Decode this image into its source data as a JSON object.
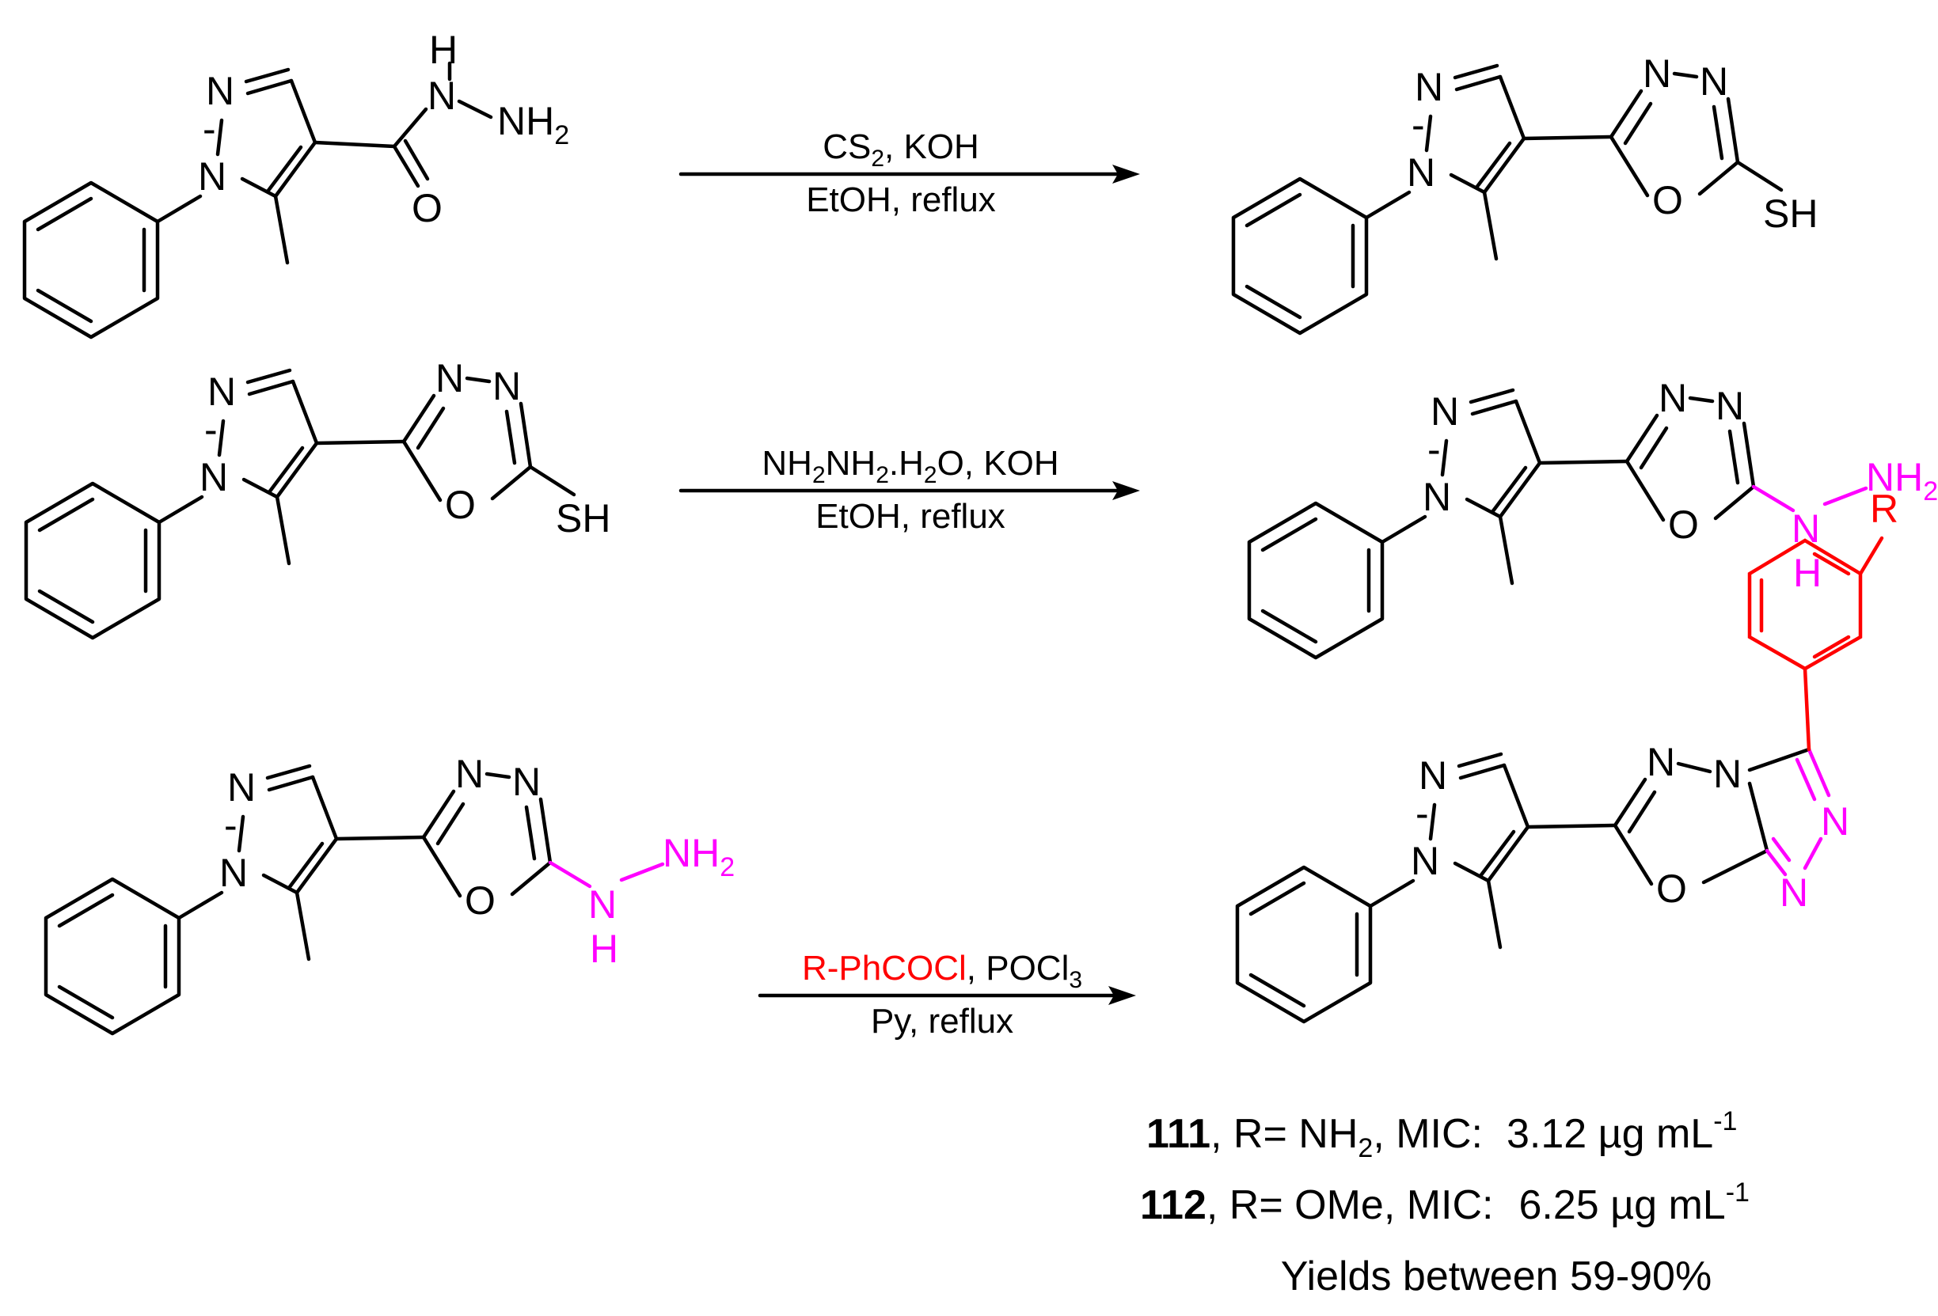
{
  "atoms": {
    "N": "N",
    "O": "O",
    "H": "H",
    "NH": "NH",
    "SH": "SH",
    "R": "R",
    "sub2": "2"
  },
  "reactions": [
    {
      "reagent_line1_part1": "CS",
      "reagent_line1_sub": "2",
      "reagent_line1_part2": ", KOH",
      "reagent_line2": "EtOH, reflux"
    },
    {
      "reagent_line1_part1": "NH",
      "reagent_line1_sub1": "2",
      "reagent_line1_part2": "NH",
      "reagent_line1_sub2": "2",
      "reagent_line1_part3": ".H",
      "reagent_line1_sub3": "2",
      "reagent_line1_part4": "O, KOH",
      "reagent_line2": "EtOH, reflux"
    },
    {
      "reagent_line1_red": "R-PhCOCl",
      "reagent_line1_part2": ", POCl",
      "reagent_line1_sub": "3",
      "reagent_line2": "Py, reflux"
    }
  ],
  "products": [
    {
      "number": "111",
      "r_label": ", R= NH",
      "r_sub": "2",
      "mic_label": ", MIC:",
      "mic_value": "3.12 µg mL",
      "mic_exp": "-1"
    },
    {
      "number": "112",
      "r_label": ", R= OMe, MIC:",
      "mic_value": "6.25 µg mL",
      "mic_exp": "-1"
    }
  ],
  "yield_note": "Yields between 59-90%",
  "colors": {
    "highlight_magenta": "#ff00ff",
    "highlight_red": "#ff0000",
    "ink": "#000000"
  }
}
